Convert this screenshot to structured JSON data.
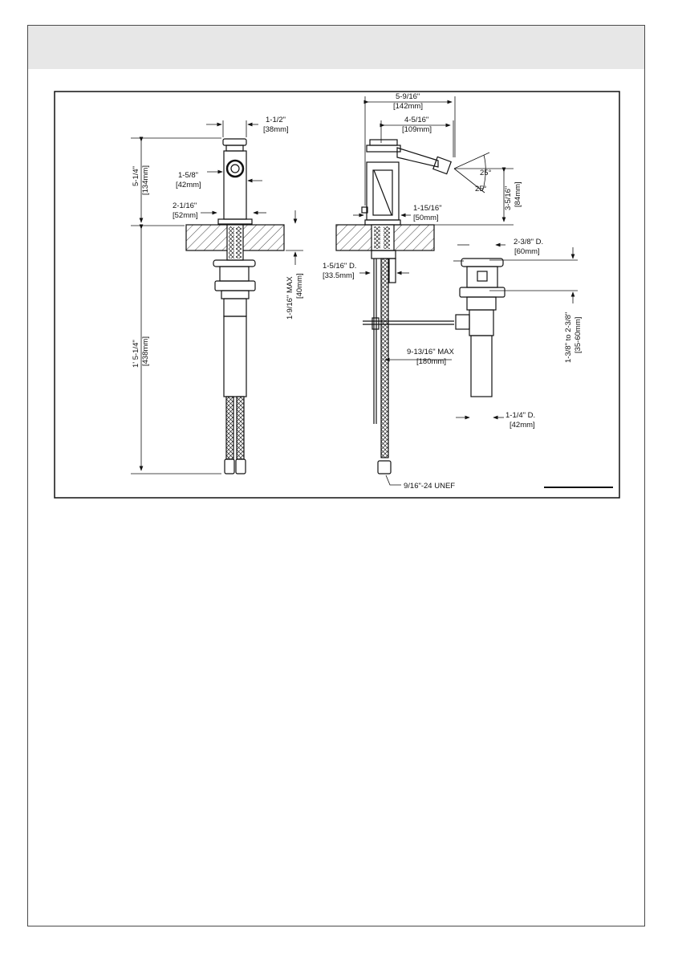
{
  "dims": {
    "overall_height": "5-1/4\"",
    "overall_height_mm": "[134mm]",
    "top_width": "1-1/2\"",
    "top_width_mm": "[38mm]",
    "handle_dia": "1-5/8\"",
    "handle_dia_mm": "[42mm]",
    "base_width": "2-1/16\"",
    "base_width_mm": "[52mm]",
    "below_deck": "1' 5-1/4\"",
    "below_deck_mm": "[438mm]",
    "deck_max": "1-9/16\" MAX",
    "deck_max_mm": "[40mm]",
    "reach_total": "5-9/16\"",
    "reach_total_mm": "[142mm]",
    "reach_spout": "4-5/16\"",
    "reach_spout_mm": "[109mm]",
    "spout_height": "3-5/16\"",
    "spout_height_mm": "[84mm]",
    "angle_up": "25°",
    "angle_down": "25°",
    "side_base": "1-15/16\"",
    "side_base_mm": "[50mm]",
    "hole_dia": "1-5/16\" D.",
    "hole_dia_mm": "[33.5mm]",
    "rod_max": "9-13/16\" MAX",
    "rod_max_mm": "[180mm]",
    "thread": "9/16\"-24 UNEF",
    "drain_flange": "2-3/8\" D.",
    "drain_flange_mm": "[60mm]",
    "drain_range": "1-3/8\" to 2-3/8\"",
    "drain_range_mm": "[35-60mm]",
    "tail_dia": "1-1/4\" D.",
    "tail_dia_mm": "[42mm]"
  },
  "colors": {
    "header_band": "#e7e7e7",
    "line": "#111111"
  }
}
